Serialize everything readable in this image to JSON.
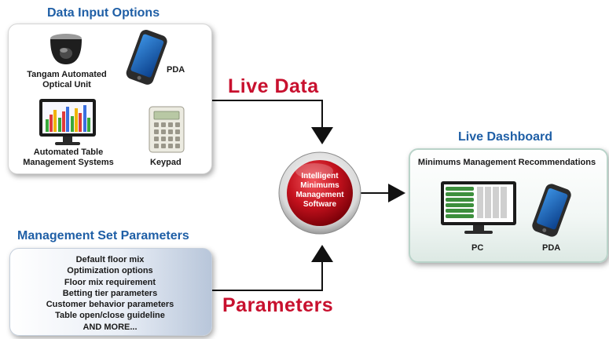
{
  "input_options": {
    "title": "Data Input Options",
    "items": [
      {
        "label": "Tangam Automated\nOptical Unit",
        "icon": "dome-camera-icon"
      },
      {
        "label": "PDA",
        "icon": "pda-icon"
      },
      {
        "label": "Automated Table\nManagement Systems",
        "icon": "monitor-chart-icon"
      },
      {
        "label": "Keypad",
        "icon": "keypad-icon"
      }
    ]
  },
  "live_data_label": "Live Data",
  "parameters_label": "Parameters",
  "engine": {
    "label": "Intelligent\nMinimums\nManagement\nSoftware"
  },
  "management": {
    "title": "Management Set Parameters",
    "items": [
      "Default floor mix",
      "Optimization options",
      "Floor mix requirement",
      "Betting tier parameters",
      "Customer behavior parameters",
      "Table open/close guideline",
      "AND MORE..."
    ]
  },
  "dashboard": {
    "title": "Live Dashboard",
    "subtitle": "Minimums Management Recommendations",
    "items": [
      {
        "label": "PC",
        "icon": "pc-monitor-icon"
      },
      {
        "label": "PDA",
        "icon": "pda-icon"
      }
    ]
  },
  "colors": {
    "title_blue": "#1f5fa6",
    "accent_red": "#c8102e"
  }
}
